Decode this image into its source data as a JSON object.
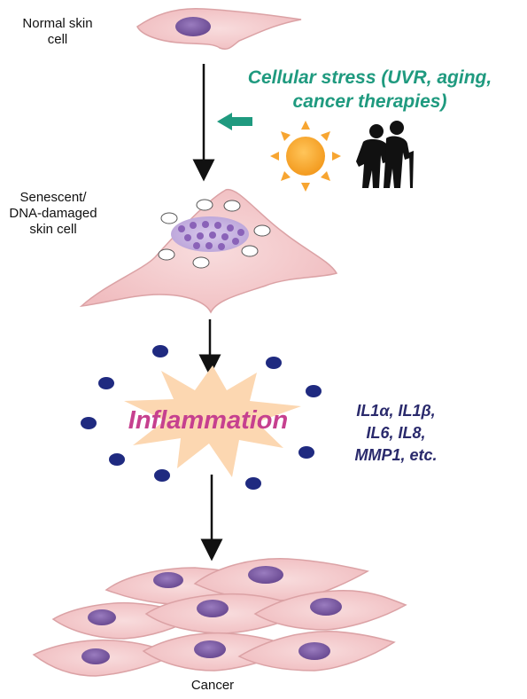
{
  "labels": {
    "normal_cell": [
      "Normal skin",
      "cell"
    ],
    "senescent_cell": [
      "Senescent/",
      "DNA-damaged",
      "skin cell"
    ],
    "stress": [
      "Cellular stress (UVR, aging,",
      "cancer therapies)"
    ],
    "inflammation": "Inflammation",
    "cytokines": [
      "IL1α, IL1β,",
      "IL6, IL8,",
      "MMP1, etc."
    ],
    "cancer": "Cancer"
  },
  "icons": [
    "sun-icon",
    "elderly-couple-icon",
    "arrow-icon"
  ],
  "colors": {
    "cell_fill": "#f2c6c8",
    "cell_stroke": "#d9a0a3",
    "nucleus": "#7a5aa0",
    "vesicle": "#ffffff",
    "stress_text": "#1f9a7f",
    "stress_arrow": "#1f9a7f",
    "sun": "#f7a531",
    "starburst": "#fcd7b1",
    "inflammation_text": "#c6408f",
    "cytokine_dots": "#1f2a80",
    "cytokine_text": "#2a2a6c"
  }
}
